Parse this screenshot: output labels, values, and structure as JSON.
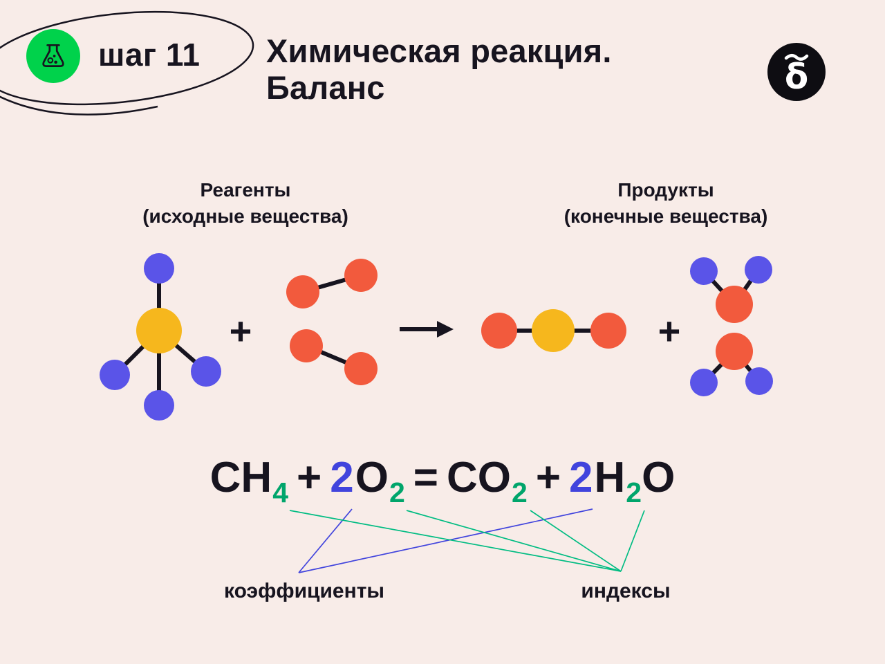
{
  "colors": {
    "background": "#f8ece8",
    "ink": "#17141f",
    "icon_green": "#00d24b",
    "atom_blue": "#5a54e8",
    "atom_red": "#f25a3d",
    "atom_yellow": "#f6b71d",
    "coefficient_blue": "#4144dd",
    "index_green": "#00a56b",
    "line_blue": "#4144dd",
    "line_green": "#00bc82",
    "logo_bg": "#0e0d12",
    "logo_fg": "#ffffff"
  },
  "header": {
    "step_label": "шаг 11",
    "title_line1": "Химическая реакция.",
    "title_line2": "Баланс",
    "logo_glyph": "δ"
  },
  "diagram": {
    "reagents_title": "Реагенты",
    "reagents_subtitle": "(исходные вещества)",
    "products_title": "Продукты",
    "products_subtitle": "(конечные вещества)",
    "plus_sign": "+"
  },
  "equation": {
    "parts": [
      {
        "text": "CH",
        "role": "formula"
      },
      {
        "text": "4",
        "role": "index"
      },
      {
        "text": "+",
        "role": "operator"
      },
      {
        "text": "2",
        "role": "coefficient"
      },
      {
        "text": "O",
        "role": "formula"
      },
      {
        "text": "2",
        "role": "index"
      },
      {
        "text": "=",
        "role": "operator"
      },
      {
        "text": "CO",
        "role": "formula"
      },
      {
        "text": "2",
        "role": "index"
      },
      {
        "text": "+",
        "role": "operator"
      },
      {
        "text": "2",
        "role": "coefficient"
      },
      {
        "text": "H",
        "role": "formula"
      },
      {
        "text": "2",
        "role": "index"
      },
      {
        "text": "O",
        "role": "formula"
      }
    ]
  },
  "footer": {
    "coefficients_label": "коэффициенты",
    "indices_label": "индексы"
  }
}
